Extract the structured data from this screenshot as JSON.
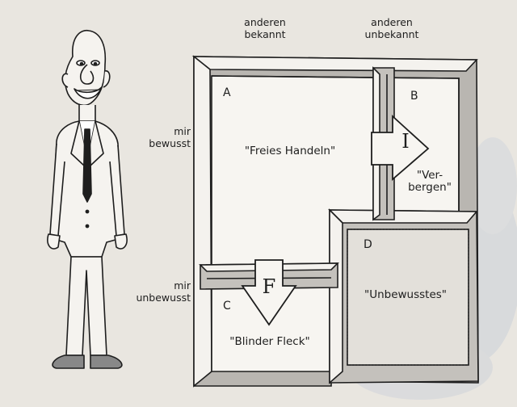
{
  "header": {
    "col_known_line1": "anderen",
    "col_known_line2": "bekannt",
    "col_unknown_line1": "anderen",
    "col_unknown_line2": "unbekannt"
  },
  "rows": {
    "aware_line1": "mir",
    "aware_line2": "bewusst",
    "unaware_line1": "mir",
    "unaware_line2": "unbewusst"
  },
  "quadrants": {
    "a_letter": "A",
    "a_name": "\"Freies Handeln\"",
    "b_letter": "B",
    "b_name_line1": "\"Ver-",
    "b_name_line2": "bergen\"",
    "c_letter": "C",
    "c_name": "\"Blinder Fleck\"",
    "d_letter": "D",
    "d_name": "\"Unbewusstes\""
  },
  "arrows": {
    "i_label": "I",
    "f_label": "F"
  },
  "icons": {
    "figure": "cartoon-man-figure"
  },
  "colors": {
    "background": "#e9e6e0",
    "line": "#1e1e1e",
    "frame_light": "#f4f2ee",
    "frame_shade": "#b9b6b1"
  }
}
